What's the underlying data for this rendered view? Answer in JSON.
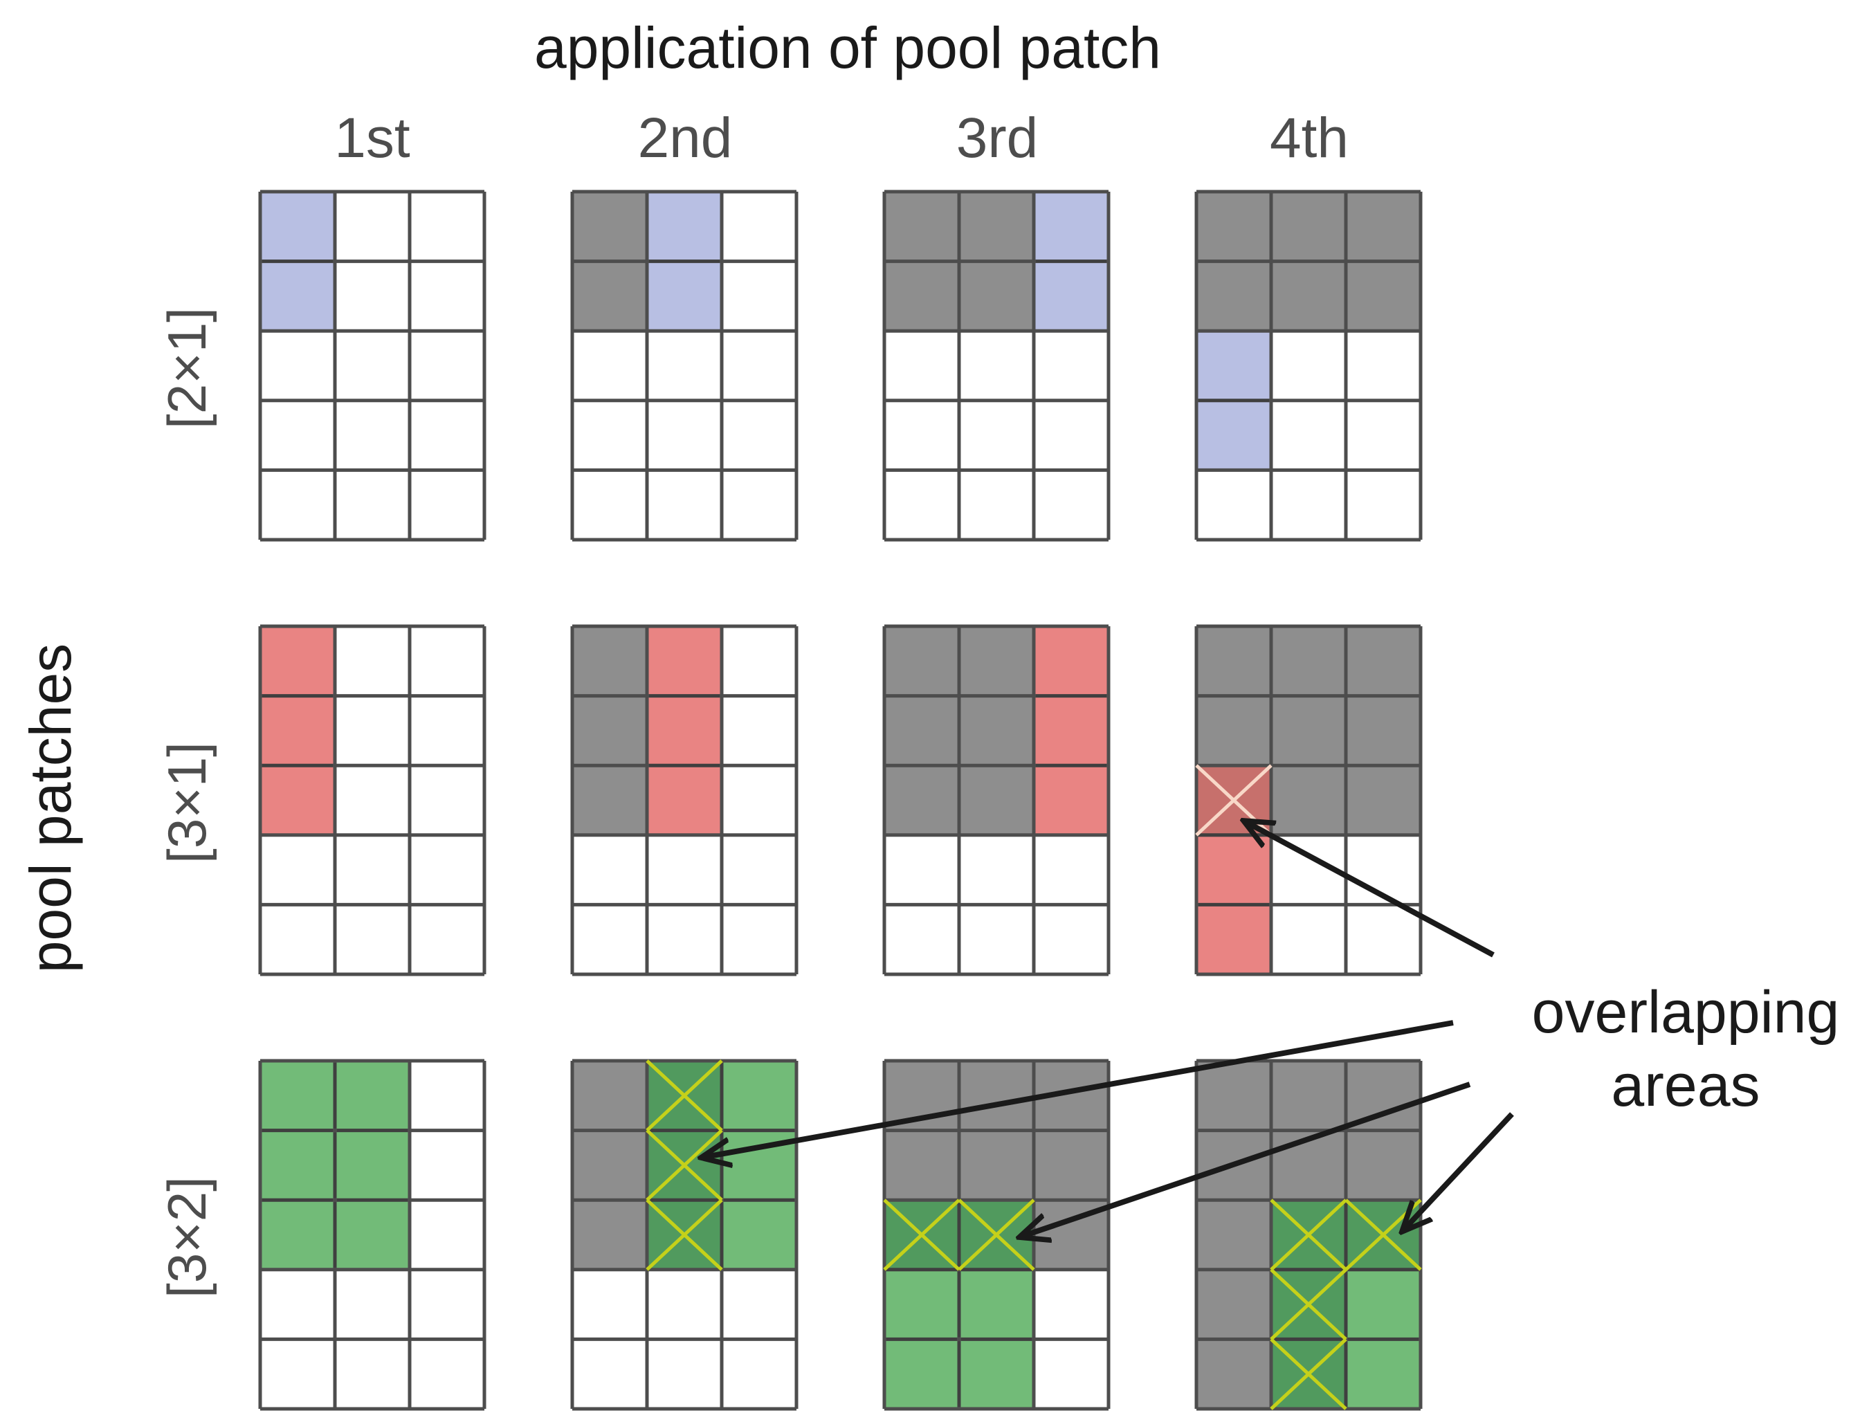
{
  "title": "application of pool patch",
  "column_labels": [
    "1st",
    "2nd",
    "3rd",
    "4th"
  ],
  "y_axis_label": "pool patches",
  "row_labels": [
    "[2×1]",
    "[3×1]",
    "[3×2]"
  ],
  "annotation": {
    "line1": "overlapping",
    "line2": "areas"
  },
  "colors": {
    "grid_line": "#4d4d4d",
    "cell_empty": "#ffffff",
    "cell_used": "#8e8e8e",
    "patch_2x1": "#b8bfe3",
    "patch_3x1": "#e98483",
    "patch_3x2": "#72bb78",
    "overlap_3x1": "#c7706c",
    "overlap_3x2": "#519a5e",
    "cross_3x1": "#f8d8c8",
    "cross_3x2": "#c5d11a",
    "arrow": "#1a1a1a",
    "text_title": "#1a1a1a",
    "text_label": "#4d4d4d"
  },
  "grid": {
    "rows": 5,
    "cols": 3
  },
  "panels": [
    {
      "patch": "[2×1]",
      "steps": [
        {
          "patch_cells": [
            [
              0,
              0
            ],
            [
              1,
              0
            ]
          ],
          "used": [],
          "overlap": []
        },
        {
          "patch_cells": [
            [
              0,
              1
            ],
            [
              1,
              1
            ]
          ],
          "used": [
            [
              0,
              0
            ],
            [
              1,
              0
            ]
          ],
          "overlap": []
        },
        {
          "patch_cells": [
            [
              0,
              2
            ],
            [
              1,
              2
            ]
          ],
          "used": [
            [
              0,
              0
            ],
            [
              1,
              0
            ],
            [
              0,
              1
            ],
            [
              1,
              1
            ]
          ],
          "overlap": []
        },
        {
          "patch_cells": [
            [
              2,
              0
            ],
            [
              3,
              0
            ]
          ],
          "used": [
            [
              0,
              0
            ],
            [
              0,
              1
            ],
            [
              0,
              2
            ],
            [
              1,
              0
            ],
            [
              1,
              1
            ],
            [
              1,
              2
            ]
          ],
          "overlap": []
        }
      ]
    },
    {
      "patch": "[3×1]",
      "steps": [
        {
          "patch_cells": [
            [
              0,
              0
            ],
            [
              1,
              0
            ],
            [
              2,
              0
            ]
          ],
          "used": [],
          "overlap": []
        },
        {
          "patch_cells": [
            [
              0,
              1
            ],
            [
              1,
              1
            ],
            [
              2,
              1
            ]
          ],
          "used": [
            [
              0,
              0
            ],
            [
              1,
              0
            ],
            [
              2,
              0
            ]
          ],
          "overlap": []
        },
        {
          "patch_cells": [
            [
              0,
              2
            ],
            [
              1,
              2
            ],
            [
              2,
              2
            ]
          ],
          "used": [
            [
              0,
              0
            ],
            [
              1,
              0
            ],
            [
              2,
              0
            ],
            [
              0,
              1
            ],
            [
              1,
              1
            ],
            [
              2,
              1
            ]
          ],
          "overlap": []
        },
        {
          "patch_cells": [
            [
              2,
              0
            ],
            [
              3,
              0
            ],
            [
              4,
              0
            ]
          ],
          "used": [
            [
              0,
              0
            ],
            [
              0,
              1
            ],
            [
              0,
              2
            ],
            [
              1,
              0
            ],
            [
              1,
              1
            ],
            [
              1,
              2
            ],
            [
              2,
              1
            ],
            [
              2,
              2
            ]
          ],
          "overlap": [
            [
              2,
              0
            ]
          ]
        }
      ]
    },
    {
      "patch": "[3×2]",
      "steps": [
        {
          "patch_cells": [
            [
              0,
              0
            ],
            [
              0,
              1
            ],
            [
              1,
              0
            ],
            [
              1,
              1
            ],
            [
              2,
              0
            ],
            [
              2,
              1
            ]
          ],
          "used": [],
          "overlap": []
        },
        {
          "patch_cells": [
            [
              0,
              1
            ],
            [
              0,
              2
            ],
            [
              1,
              1
            ],
            [
              1,
              2
            ],
            [
              2,
              1
            ],
            [
              2,
              2
            ]
          ],
          "used": [
            [
              0,
              0
            ],
            [
              1,
              0
            ],
            [
              2,
              0
            ]
          ],
          "overlap": [
            [
              0,
              1
            ],
            [
              1,
              1
            ],
            [
              2,
              1
            ]
          ]
        },
        {
          "patch_cells": [
            [
              2,
              0
            ],
            [
              2,
              1
            ],
            [
              3,
              0
            ],
            [
              3,
              1
            ],
            [
              4,
              0
            ],
            [
              4,
              1
            ]
          ],
          "used": [
            [
              0,
              0
            ],
            [
              0,
              1
            ],
            [
              0,
              2
            ],
            [
              1,
              0
            ],
            [
              1,
              1
            ],
            [
              1,
              2
            ],
            [
              2,
              2
            ]
          ],
          "overlap": [
            [
              2,
              0
            ],
            [
              2,
              1
            ]
          ]
        },
        {
          "patch_cells": [
            [
              2,
              1
            ],
            [
              2,
              2
            ],
            [
              3,
              1
            ],
            [
              3,
              2
            ],
            [
              4,
              1
            ],
            [
              4,
              2
            ]
          ],
          "used": [
            [
              0,
              0
            ],
            [
              0,
              1
            ],
            [
              0,
              2
            ],
            [
              1,
              0
            ],
            [
              1,
              1
            ],
            [
              1,
              2
            ],
            [
              2,
              0
            ],
            [
              3,
              0
            ],
            [
              4,
              0
            ]
          ],
          "overlap": [
            [
              2,
              1
            ],
            [
              2,
              2
            ],
            [
              3,
              1
            ],
            [
              4,
              1
            ]
          ]
        }
      ]
    }
  ]
}
